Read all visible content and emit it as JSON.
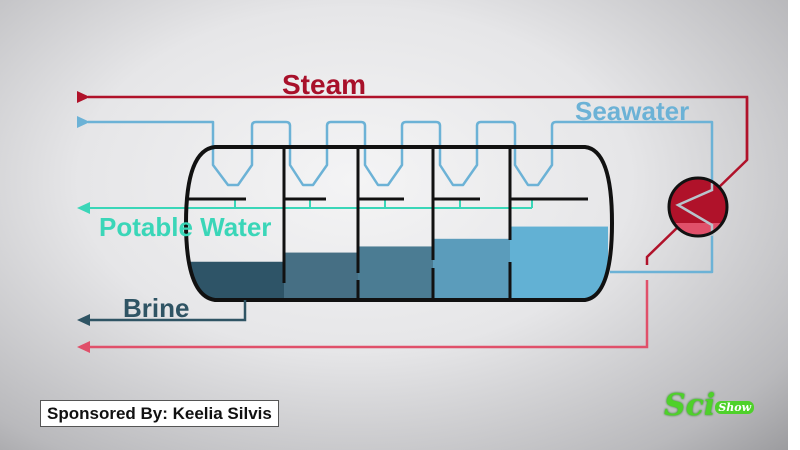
{
  "labels": {
    "steam": "Steam",
    "seawater": "Seawater",
    "potable": "Potable Water",
    "brine": "Brine"
  },
  "sponsor": "Sponsored By: Keelia Silvis",
  "logo": {
    "main": "Sci",
    "sub": "Show"
  },
  "colors": {
    "steam": "#b0122a",
    "seawater": "#6cb2d6",
    "potable": "#3ad6b8",
    "brine": "#2f5464",
    "return": "#e0506a"
  },
  "stage_levels": [
    0.25,
    0.31,
    0.35,
    0.4,
    0.48
  ]
}
